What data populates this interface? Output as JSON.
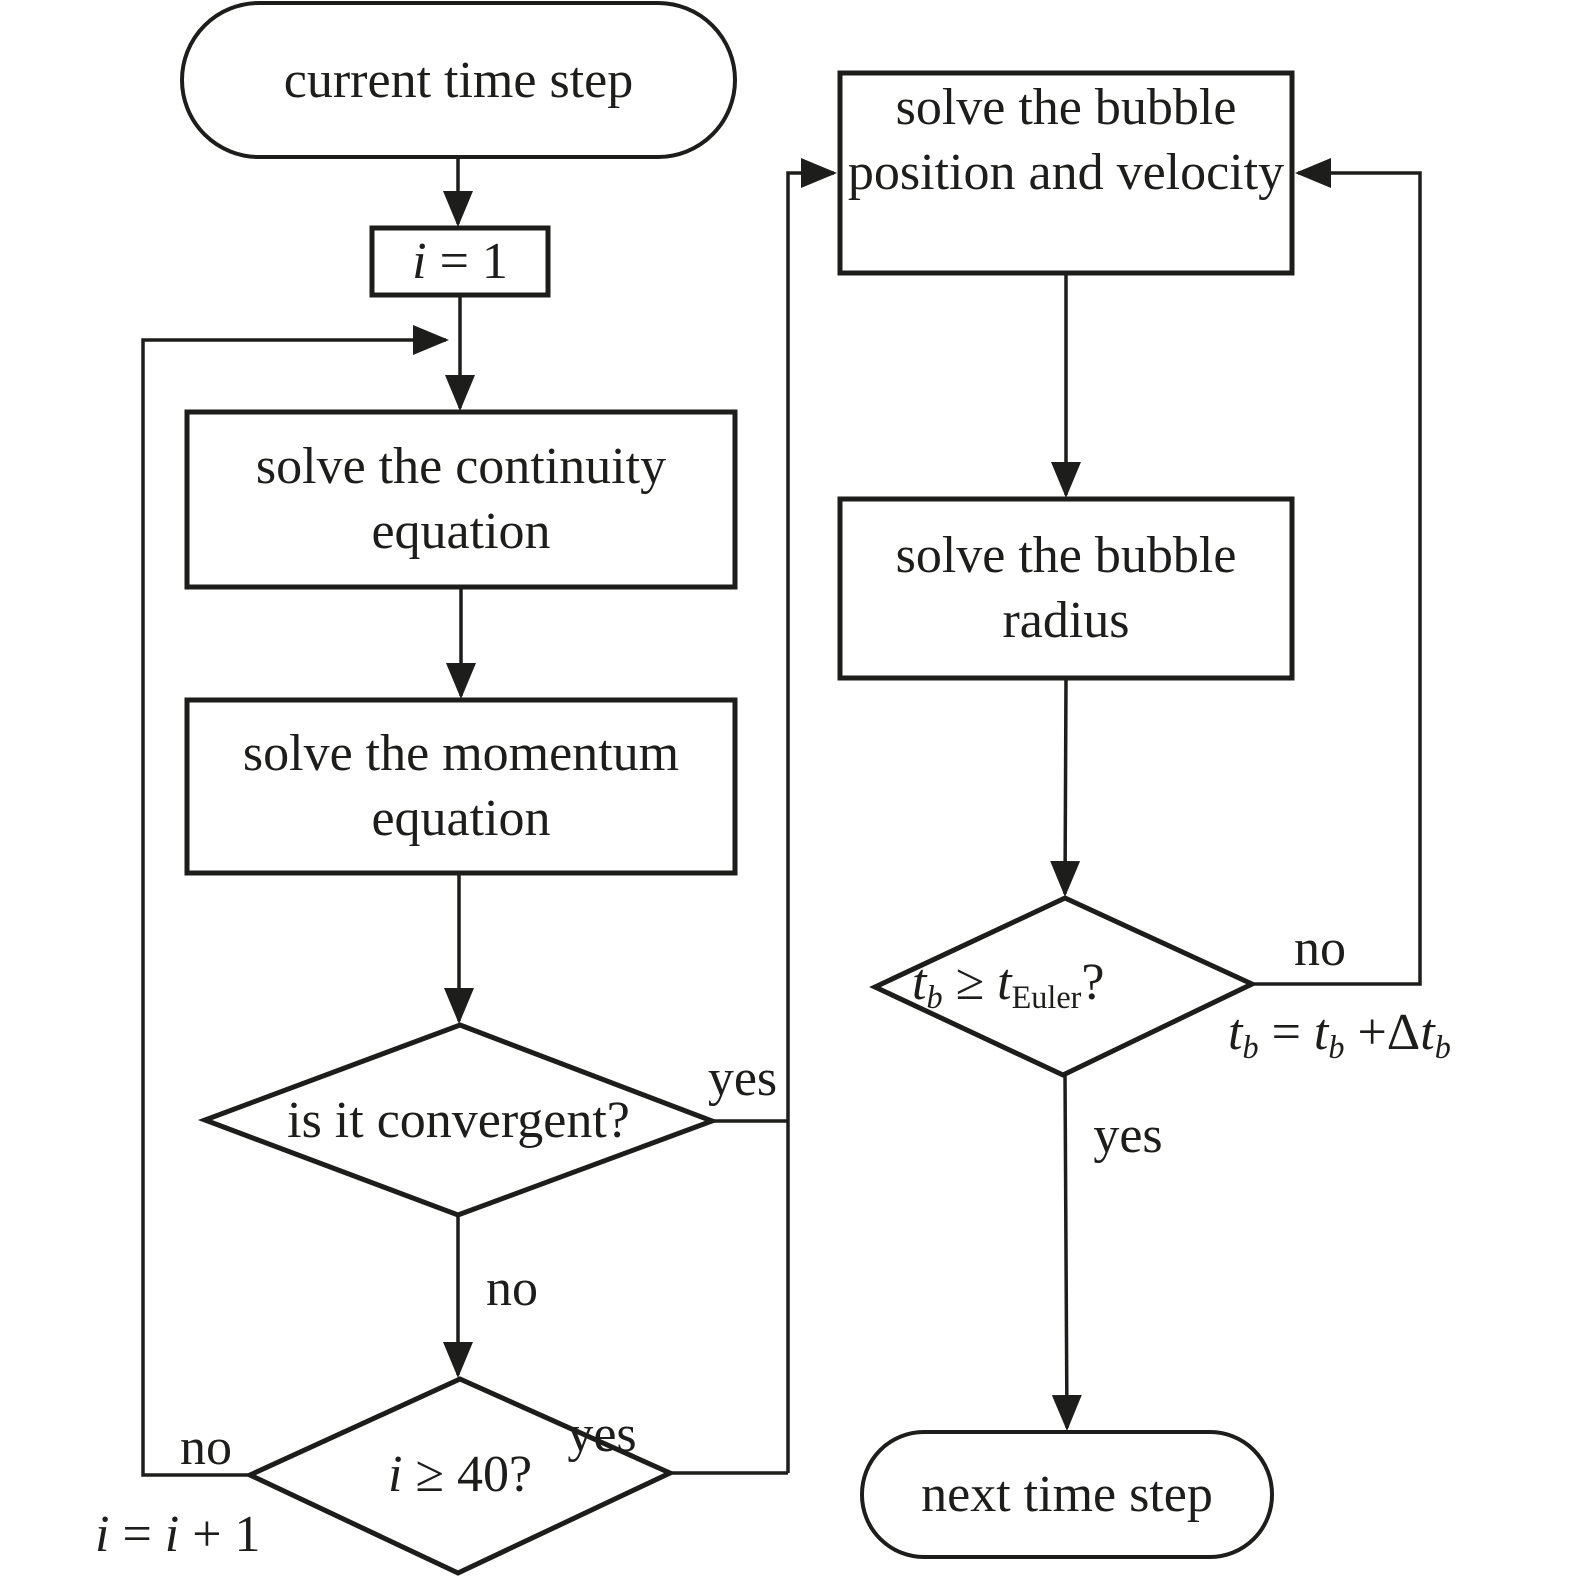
{
  "diagram": {
    "type": "flowchart",
    "colors": {
      "ink": "#1d1d1b",
      "background": "#ffffff"
    },
    "nodes": {
      "current_time_step": {
        "shape": "terminator",
        "label": "current time step"
      },
      "init_iteration": {
        "shape": "process",
        "segments": [
          {
            "text": "i",
            "italic": true
          },
          {
            "text": " = 1"
          }
        ]
      },
      "continuity": {
        "shape": "process",
        "label": "solve the continuity equation"
      },
      "momentum": {
        "shape": "process",
        "label": "solve the momentum equation"
      },
      "convergent_check": {
        "shape": "decision",
        "label": "is it convergent?"
      },
      "iteration_check": {
        "shape": "decision",
        "segments": [
          {
            "text": "i",
            "italic": true
          },
          {
            "text": " ≥ 40?"
          }
        ]
      },
      "bubble_position": {
        "shape": "process",
        "label": "solve the bubble position and velocity"
      },
      "bubble_radius": {
        "shape": "process",
        "label": "solve the bubble radius"
      },
      "bubble_time_check": {
        "shape": "decision",
        "segments": [
          {
            "text": "t",
            "italic": true
          },
          {
            "text": "b",
            "italic": true,
            "sub": true
          },
          {
            "text": " ≥ "
          },
          {
            "text": "t",
            "italic": true
          },
          {
            "text": "Euler",
            "sub": true
          },
          {
            "text": "?"
          }
        ]
      },
      "next_time_step": {
        "shape": "terminator",
        "label": "next time step"
      }
    },
    "edge_labels": {
      "convergent_yes": "yes",
      "convergent_no": "no",
      "iteration_yes": "yes",
      "iteration_no": "no",
      "bubble_time_yes": "yes",
      "bubble_time_no": "no",
      "increment": {
        "segments": [
          {
            "text": "i",
            "italic": true
          },
          {
            "text": " = "
          },
          {
            "text": "i",
            "italic": true
          },
          {
            "text": " + 1"
          }
        ]
      },
      "bubble_time_update": {
        "segments": [
          {
            "text": "t",
            "italic": true
          },
          {
            "text": "b",
            "italic": true,
            "sub": true
          },
          {
            "text": " = "
          },
          {
            "text": "t",
            "italic": true
          },
          {
            "text": "b",
            "italic": true,
            "sub": true
          },
          {
            "text": " +Δ"
          },
          {
            "text": "t",
            "italic": true
          },
          {
            "text": "b",
            "italic": true,
            "sub": true
          }
        ]
      }
    }
  }
}
